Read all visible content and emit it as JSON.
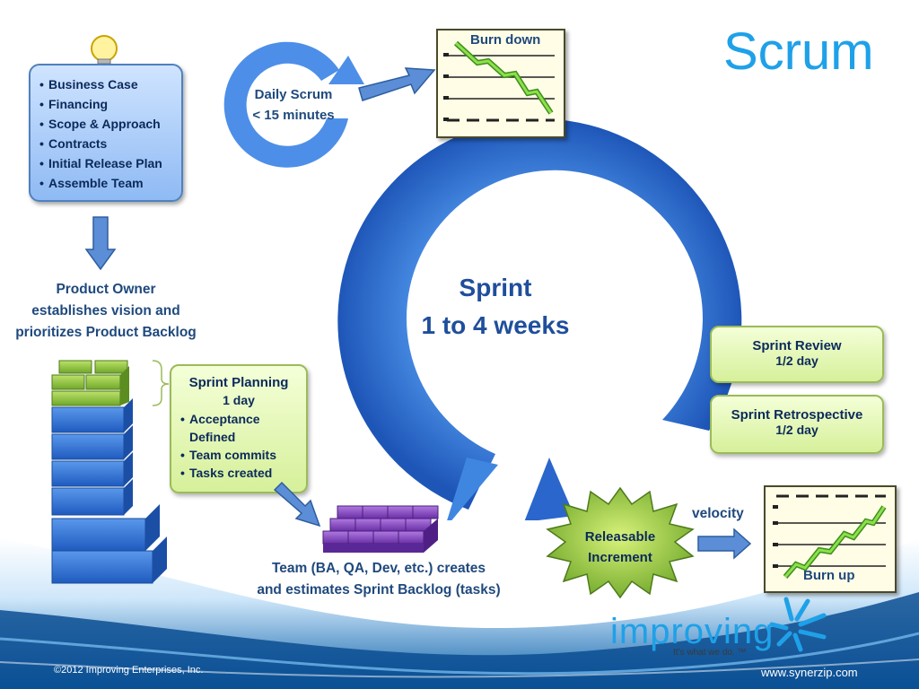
{
  "title": "Scrum",
  "inception": {
    "items": [
      "Business Case",
      "Financing",
      "Scope & Approach",
      "Contracts",
      "Initial Release Plan",
      "Assemble Team"
    ]
  },
  "product_owner_text": [
    "Product Owner",
    "establishes vision and",
    "prioritizes Product Backlog"
  ],
  "sprint_planning": {
    "title": "Sprint Planning",
    "duration": "1 day",
    "items": [
      "Acceptance Defined",
      "Team commits",
      "Tasks created"
    ]
  },
  "team_text": [
    "Team (BA, QA, Dev, etc.) creates",
    "and estimates Sprint Backlog (tasks)"
  ],
  "daily_scrum": [
    "Daily Scrum",
    "< 15 minutes"
  ],
  "burn_down_label": "Burn down",
  "burn_up_label": "Burn up",
  "sprint": [
    "Sprint",
    "1 to 4 weeks"
  ],
  "sprint_review": {
    "title": "Sprint Review",
    "duration": "1/2 day"
  },
  "sprint_retrospective": {
    "title": "Sprint Retrospective",
    "duration": "1/2 day"
  },
  "releasable_increment": [
    "Releasable",
    "Increment"
  ],
  "velocity_label": "velocity",
  "logo": {
    "brand": "improving",
    "tagline": "It’s what we do. ™"
  },
  "footer": {
    "copyright": "©2012 Improving Enterprises, Inc.",
    "url": "www.synerzip.com"
  },
  "colors": {
    "title": "#1ea1e8",
    "cycle": "#2f6fd6",
    "navy": "#1f497d",
    "backlog_blue": "#2e6fce",
    "backlog_green": "#8cc63f",
    "sprint_backlog_purple": "#7a3fb3",
    "starburst": "#8cc63f"
  }
}
